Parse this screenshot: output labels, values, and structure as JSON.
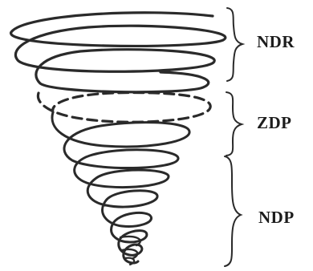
{
  "labels": {
    "top": "NDR",
    "middle": "ZDP",
    "bottom": "NDP"
  },
  "colors": {
    "stroke": "#2a2a2a",
    "text": "#1c1c1c",
    "background": "#ffffff"
  },
  "segments": [
    "top-solid",
    "middle-dashed",
    "bottom-solid"
  ]
}
